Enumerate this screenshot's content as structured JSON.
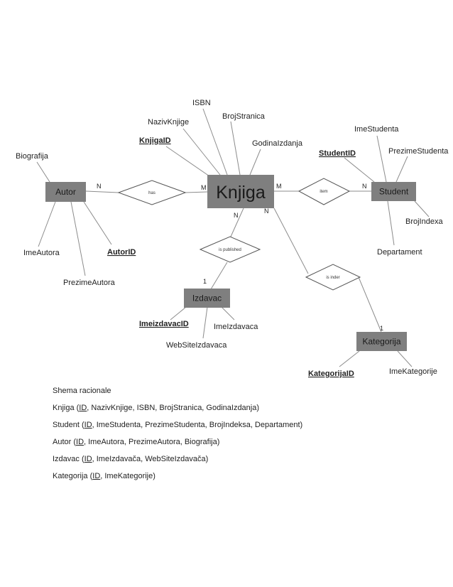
{
  "entities": {
    "knjiga": "Knjiga",
    "autor": "Autor",
    "student": "Student",
    "izdavac": "Izdavac",
    "kategorija": "Kategorija"
  },
  "relationships": {
    "has": "has",
    "item": "item",
    "is_published": "is published",
    "is_inder": "is inder"
  },
  "cardinalities": {
    "autor_has": "N",
    "has_knjiga": "M",
    "knjiga_item": "M",
    "item_student": "N",
    "knjiga_published": "N",
    "knjiga_inder": "N",
    "published_izdavac": "1",
    "inder_kategorija": "1"
  },
  "attributes": {
    "knjiga": {
      "isbn": "ISBN",
      "naziv": "NazivKnjige",
      "broj_stranica": "BrojStranica",
      "key": "KnjigaID",
      "godina": "GodinaIzdanja"
    },
    "autor": {
      "biografija": "Biografija",
      "ime": "ImeAutora",
      "prezime": "PrezimeAutora",
      "key": "AutorID"
    },
    "student": {
      "ime": "ImeStudenta",
      "key": "StudentID",
      "prezime": "PrezimeStudenta",
      "broj_indexa": "BrojIndexa",
      "departament": "Departament"
    },
    "izdavac": {
      "key": "ImeizdavacID",
      "ime": "ImeIzdavaca",
      "website": "WebSiteIzdavaca"
    },
    "kategorija": {
      "key": "KategorijaID",
      "ime": "ImeKategorije"
    }
  },
  "schema": {
    "title": "Shema racionale",
    "rows": [
      {
        "pre": "Knjiga (",
        "key": "ID",
        "post": ", NazivKnjige, ISBN, BrojStranica, GodinaIzdanja)"
      },
      {
        "pre": "Student (",
        "key": "ID",
        "post": ", ImeStudenta, PrezimeStudenta, BrojIndeksa, Departament)"
      },
      {
        "pre": "Autor (",
        "key": "ID",
        "post": ", ImeAutora, PrezimeAutora, Biografija)"
      },
      {
        "pre": "Izdavac (",
        "key": "ID",
        "post": ", ImeIzdavača, WebSiteIzdavača)"
      },
      {
        "pre": "Kategorija (",
        "key": "ID",
        "post": ", ImeKategorije)"
      }
    ]
  },
  "colors": {
    "entity_fill": "#7f7f7f",
    "line": "#8c8c8c",
    "diamond_stroke": "#555555"
  }
}
